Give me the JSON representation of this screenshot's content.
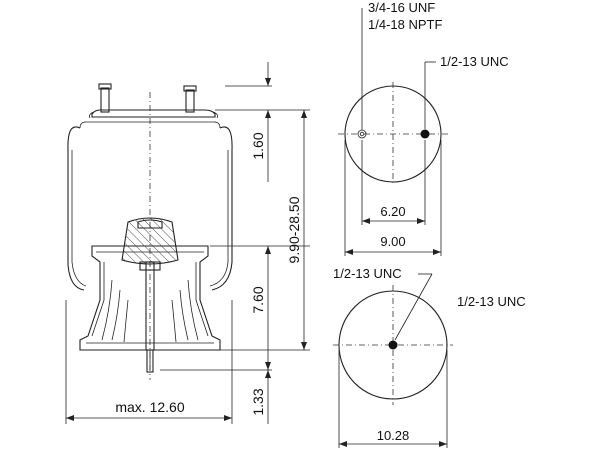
{
  "side_view": {
    "dim_top_gap": "1.60",
    "dim_height_range": "9.90-28.50",
    "dim_piston": "7.60",
    "dim_base": "1.33",
    "dim_max_width": "max. 12.60"
  },
  "top_plate": {
    "callout_air_fitting_1": "3/4-16 UNF",
    "callout_air_fitting_2": "1/4-18 NPTF",
    "callout_stud": "1/2-13 UNC",
    "dim_stud_spacing": "6.20",
    "dim_plate_width": "9.00"
  },
  "bottom_plate": {
    "callout_stud_1": "1/2-13 UNC",
    "callout_stud_2": "1/2-13 UNC",
    "dim_diameter": "10.28"
  }
}
